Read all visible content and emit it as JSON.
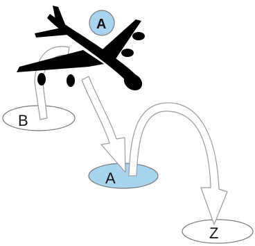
{
  "nodes": {
    "top": {
      "label": "A"
    },
    "b": {
      "label": "B"
    },
    "a": {
      "label": "A"
    },
    "z": {
      "label": "Z"
    }
  },
  "colors": {
    "highlight": "#a9d4ef",
    "plain_fill": "#ffffff",
    "outline": "#7a7a7a",
    "arrow_fill": "#ffffff",
    "arrow_stroke": "#9a9a9a",
    "airplane": "#000000"
  },
  "icons": {
    "airplane": "airplane-icon"
  }
}
